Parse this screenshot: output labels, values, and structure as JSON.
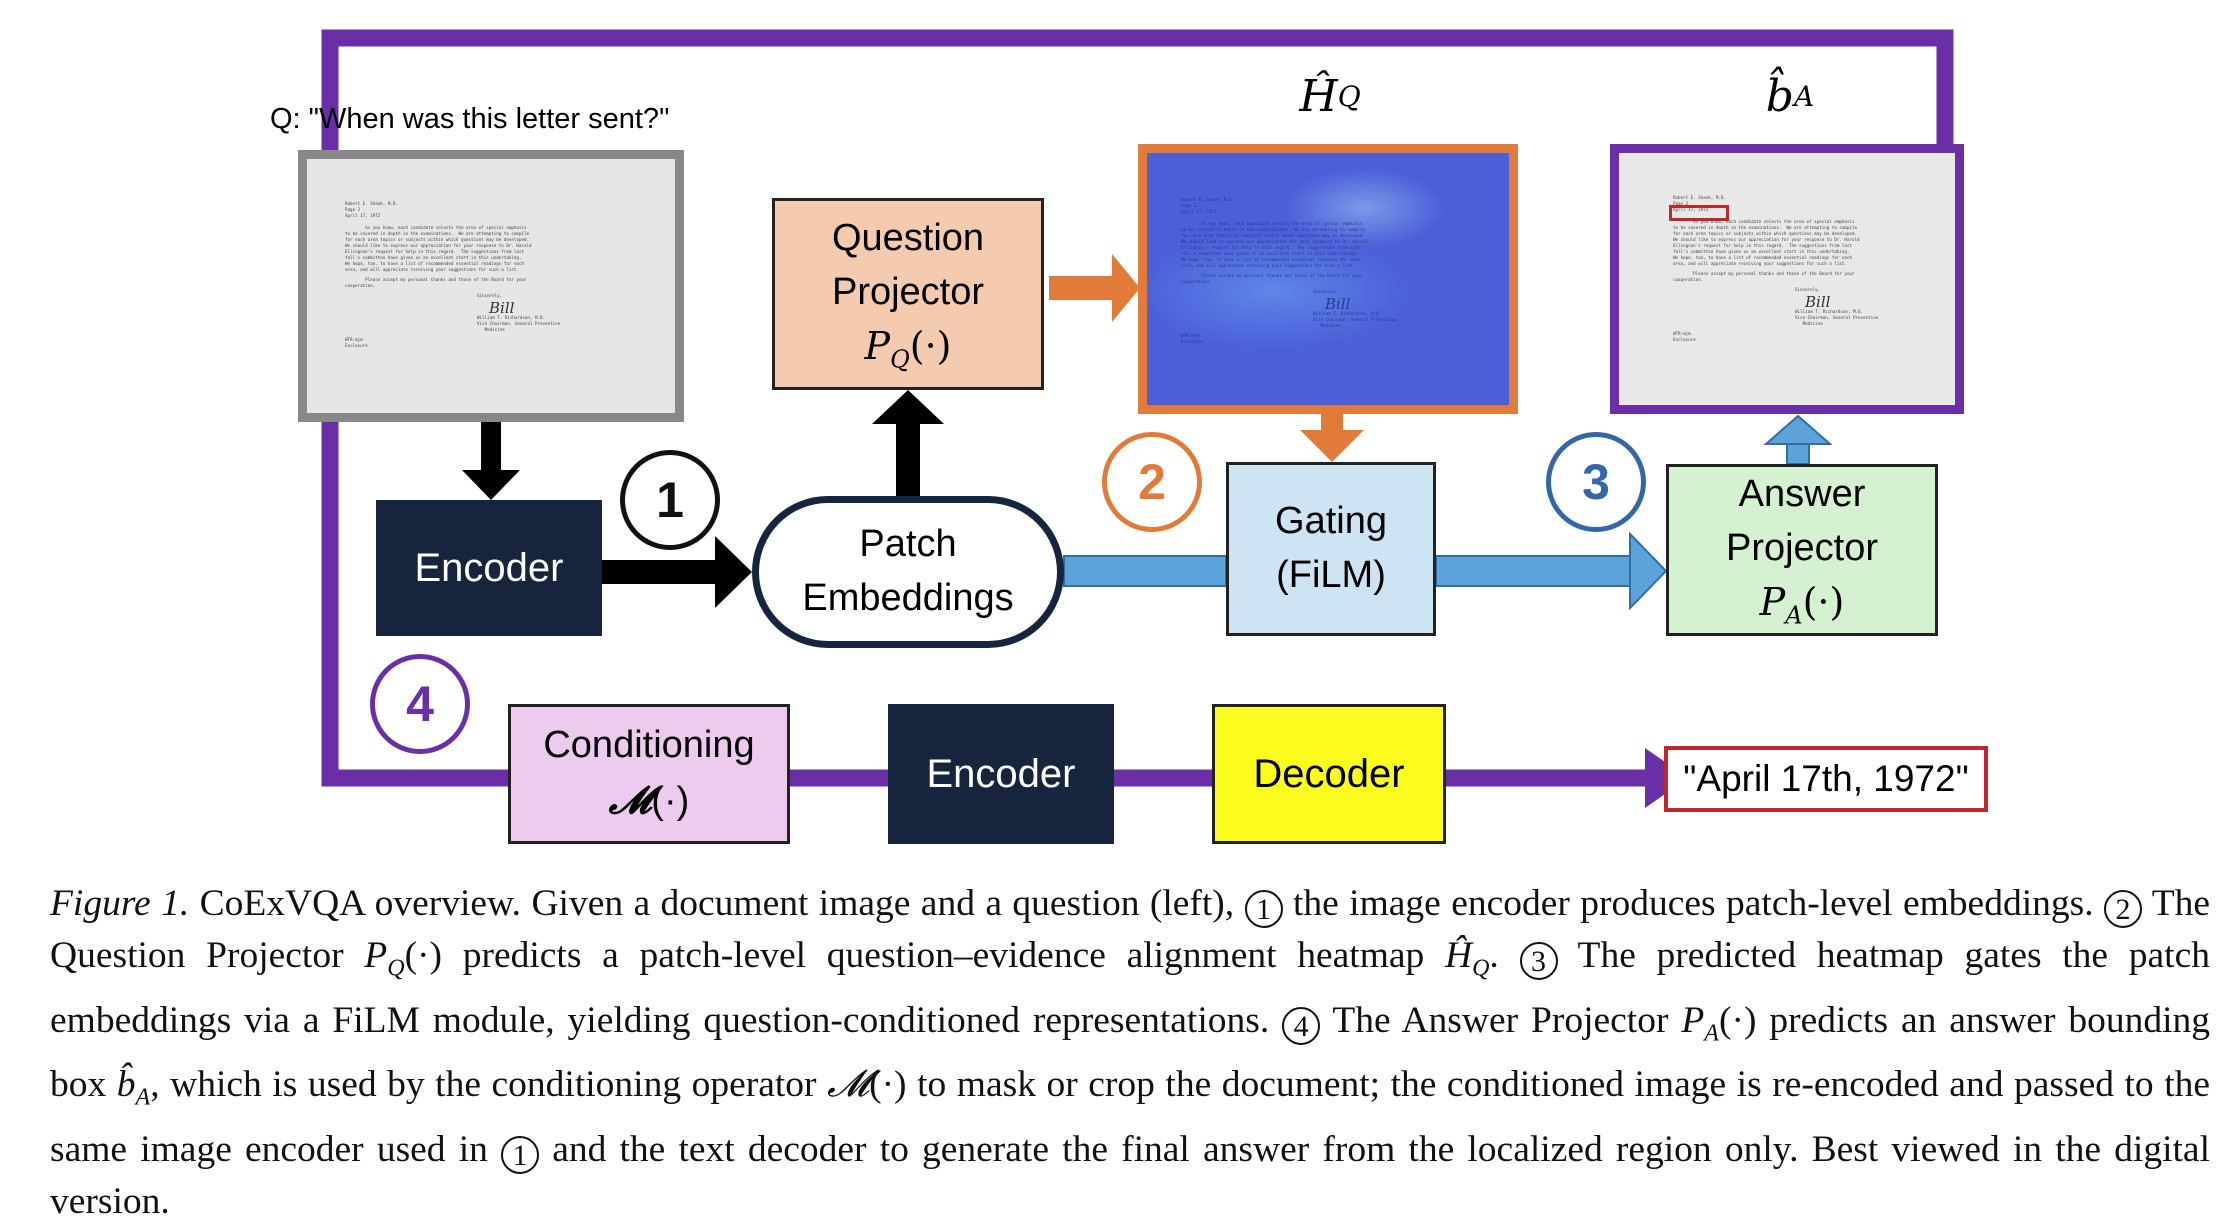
{
  "question": "Q: \"When was this letter sent?\"",
  "heatmap_label": "Ĥ",
  "heatmap_sub": "Q",
  "bbox_label": "b̂",
  "bbox_sub": "A",
  "boxes": {
    "question_projector": {
      "line1": "Question",
      "line2": "Projector",
      "fn": "P",
      "fn_sub": "Q",
      "fn_arg": "(·)"
    },
    "encoder_top": {
      "label": "Encoder"
    },
    "patch_embeddings": {
      "line1": "Patch",
      "line2": "Embeddings"
    },
    "gating": {
      "line1": "Gating",
      "line2": "(FiLM)"
    },
    "answer_projector": {
      "line1": "Answer",
      "line2": "Projector",
      "fn": "P",
      "fn_sub": "A",
      "fn_arg": "(·)"
    },
    "conditioning": {
      "line1": "Conditioning",
      "fn": "𝓜",
      "fn_arg": "(·)"
    },
    "encoder_bottom": {
      "label": "Encoder"
    },
    "decoder": {
      "label": "Decoder"
    },
    "answer": {
      "label": "\"April 17th, 1972\""
    }
  },
  "steps": [
    "1",
    "2",
    "3",
    "4"
  ],
  "document_text": {
    "header": "Robert E. Shank, M.D.\nPage 2\nApril 17, 1972",
    "body": "        As you know, each candidate selects the area of special emphasis\nto be covered in depth in the examinations.  We are attempting to compile\nfor each area topics or subjects within which questions may be developed.\nWe should like to express our appreciation for your response to Dr. Harold\nEllingson's request for help in this regard.  The suggestions from last\nfall's committee have given us an excellent start in this undertaking.\nWe hope, too, to have a list of recommended essential readings for each\narea, and will appreciate receiving your suggestions for such a list.",
    "closing": "        Please accept my personal thanks and those of the Board for your\ncooperation.",
    "sign": "Sincerely,",
    "signature": "Bill",
    "signer": "William T. Richardson, M.D.\nVice Chairman, General Preventive\n   Medicine",
    "footer": "WTR:mjm\nEnclosure"
  },
  "caption": {
    "lead": "Figure 1.",
    "s1": " CoExVQA overview. Given a document image and a question (left), ",
    "n1": "1",
    "s2": " the image encoder produces patch-level embeddings. ",
    "n2": "2",
    "s3": " The Question Projector ",
    "m1": "P",
    "m1s": "Q",
    "m1a": "(·)",
    "s4": " predicts a patch-level question–evidence alignment heatmap ",
    "m2": "Ĥ",
    "m2s": "Q",
    "s5": ". ",
    "n3": "3",
    "s6": " The predicted heatmap gates the patch embeddings via a FiLM module, yielding question-conditioned representations. ",
    "n4": "4",
    "s7": " The Answer Projector ",
    "m3": "P",
    "m3s": "A",
    "m3a": "(·)",
    "s8": " predicts an answer bounding box ",
    "m4": "b̂",
    "m4s": "A",
    "s9": ", which is used by the conditioning operator ",
    "m5": "𝓜",
    "m5a": "(·)",
    "s10": " to mask or crop the document; the conditioned image is re-encoded and passed to the same image encoder used in ",
    "n5": "1",
    "s11": " and the text decoder to generate the final answer from the localized region only. Best viewed in the digital version."
  },
  "colors": {
    "purple": "#6a2fa6",
    "orange": "#e07b39",
    "blue_arrow": "#5ba3d9",
    "navy": "#16253d",
    "peach": "#f5cbb0",
    "light_blue": "#cde4f3",
    "light_green": "#d4f1d0",
    "lavender": "#eccbee",
    "yellow": "#fbfb1e",
    "red": "#c0272d",
    "heatmap": "#4b5fd8",
    "step2": "#e07b39",
    "step3": "#3467a8",
    "step4": "#6a2fa6"
  }
}
